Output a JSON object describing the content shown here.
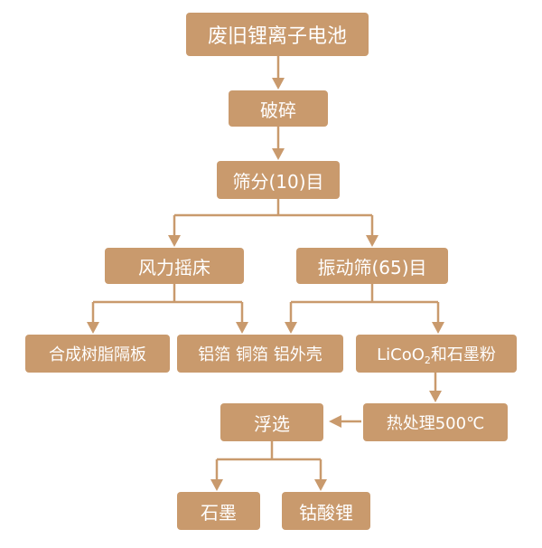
{
  "colors": {
    "box": "#c99a6d",
    "line": "#c99a6d",
    "text": "#ffffff"
  },
  "nodes": {
    "battery": "废旧锂离子电池",
    "crush": "破碎",
    "sieve10_a": "筛分(10)目",
    "wind_a": "风力摇床",
    "vib_a": "振动筛(65)目",
    "resin": "合成树脂隔板",
    "metals": "铝箔 铜箔 铝外壳",
    "licoo2_a": "LiCoO",
    "licoo2_sub": "2",
    "licoo2_b": "和石墨粉",
    "heat": "热处理500℃",
    "float": "浮选",
    "graphite": "石墨",
    "cobalt": "钴酸锂"
  }
}
